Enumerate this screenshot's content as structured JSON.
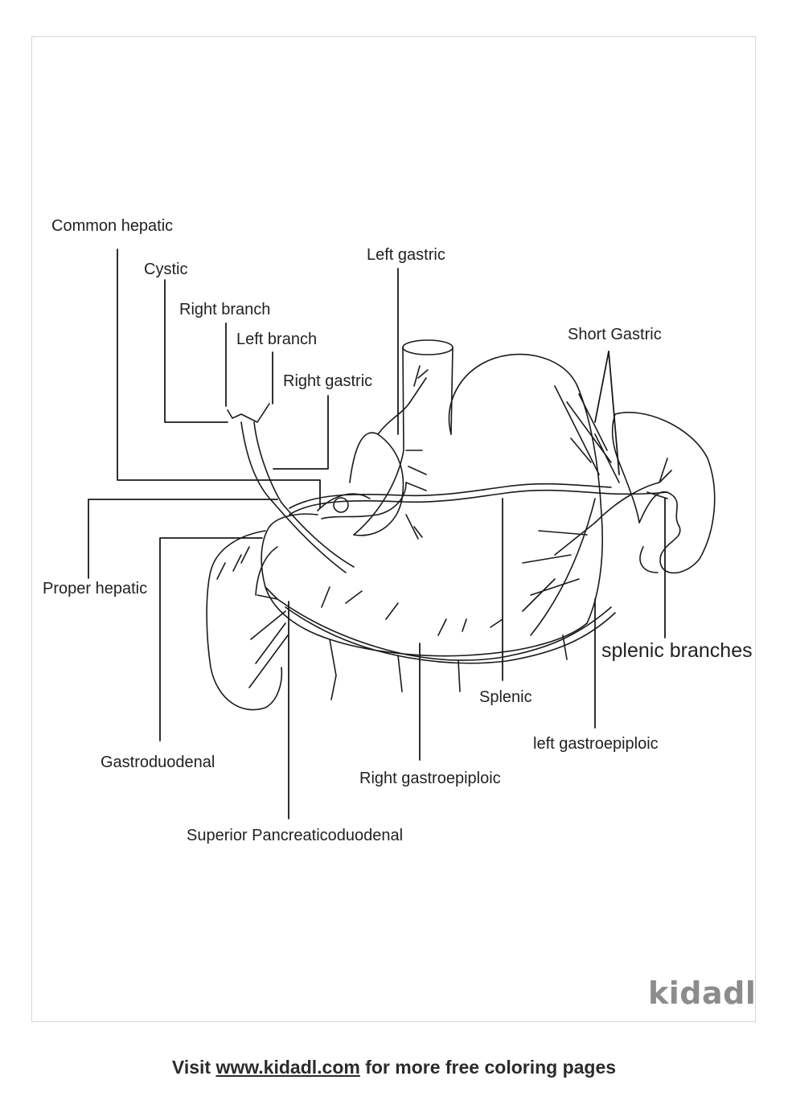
{
  "labels": {
    "common_hepatic": "Common hepatic",
    "cystic": "Cystic",
    "right_branch": "Right branch",
    "left_branch": "Left branch",
    "right_gastric": "Right gastric",
    "left_gastric": "Left gastric",
    "short_gastric": "Short Gastric",
    "proper_hepatic": "Proper hepatic",
    "splenic_branches": "splenic branches",
    "splenic": "Splenic",
    "left_gastroepiploic": "left gastroepiploic",
    "gastroduodenal": "Gastroduodenal",
    "right_gastroepiploic": "Right gastroepiploic",
    "superior_pancreaticoduodenal": "Superior Pancreaticoduodenal"
  },
  "logo": {
    "text": "kidadl"
  },
  "footer": {
    "prefix": "Visit",
    "link": "www.kidadl.com",
    "suffix": "for more free coloring pages"
  }
}
